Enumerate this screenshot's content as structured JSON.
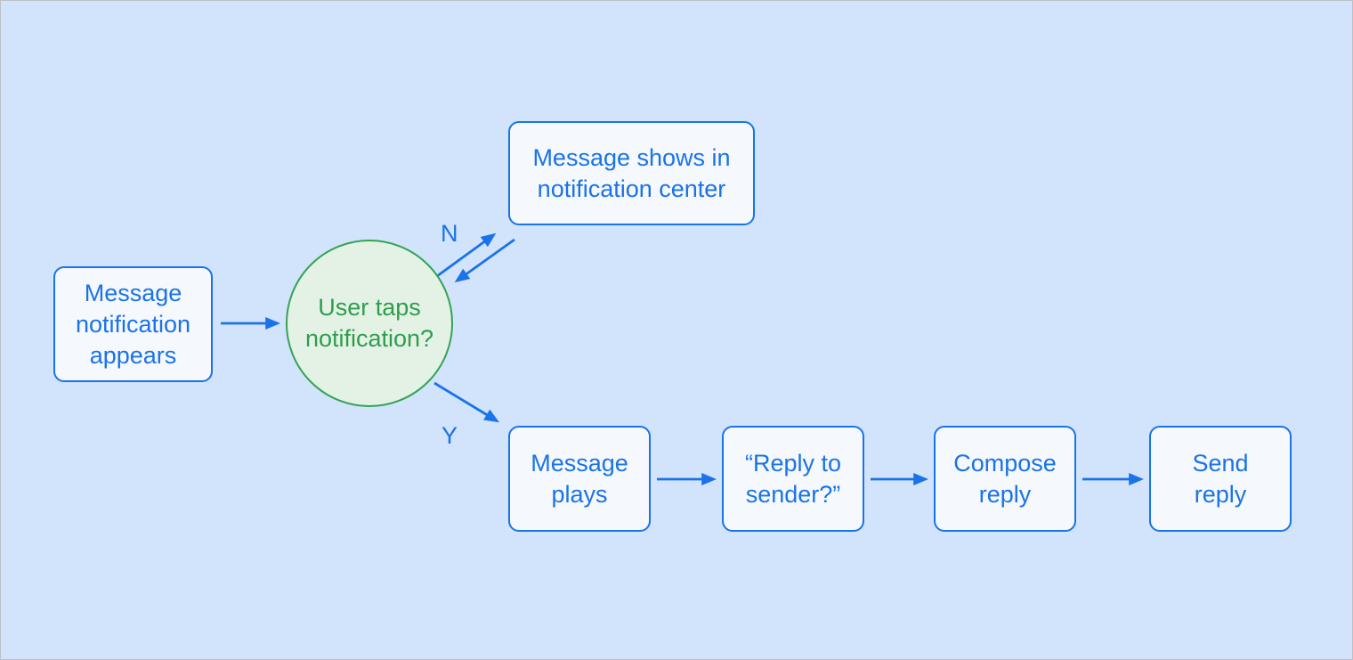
{
  "colors": {
    "background": "#d2e3fc",
    "canvas_border": "#bdc1c6",
    "node_fill": "#f5f8fc",
    "node_border": "#1a73e8",
    "node_text": "#1a73e8",
    "arrow": "#1a73e8",
    "decision_fill": "#e4f2e6",
    "decision_border": "#34a353",
    "decision_text": "#2e9e4c"
  },
  "diagram": {
    "type": "flowchart",
    "nodes": {
      "start": {
        "label": "Message\nnotification\nappears",
        "shape": "rounded-rect"
      },
      "decision": {
        "label": "User taps\nnotification?",
        "shape": "circle"
      },
      "no_result": {
        "label": "Message shows in\nnotification center",
        "shape": "rounded-rect"
      },
      "message_plays": {
        "label": "Message\nplays",
        "shape": "rounded-rect"
      },
      "reply_prompt": {
        "label": "“Reply to\nsender?”",
        "shape": "rounded-rect"
      },
      "compose_reply": {
        "label": "Compose\nreply",
        "shape": "rounded-rect"
      },
      "send_reply": {
        "label": "Send\nreply",
        "shape": "rounded-rect"
      }
    },
    "branch_labels": {
      "no": "N",
      "yes": "Y"
    },
    "edges": [
      {
        "from": "start",
        "to": "decision",
        "label": ""
      },
      {
        "from": "decision",
        "to": "no_result",
        "label": "N"
      },
      {
        "from": "no_result",
        "to": "decision",
        "label": ""
      },
      {
        "from": "decision",
        "to": "message_plays",
        "label": "Y"
      },
      {
        "from": "message_plays",
        "to": "reply_prompt",
        "label": ""
      },
      {
        "from": "reply_prompt",
        "to": "compose_reply",
        "label": ""
      },
      {
        "from": "compose_reply",
        "to": "send_reply",
        "label": ""
      }
    ]
  }
}
